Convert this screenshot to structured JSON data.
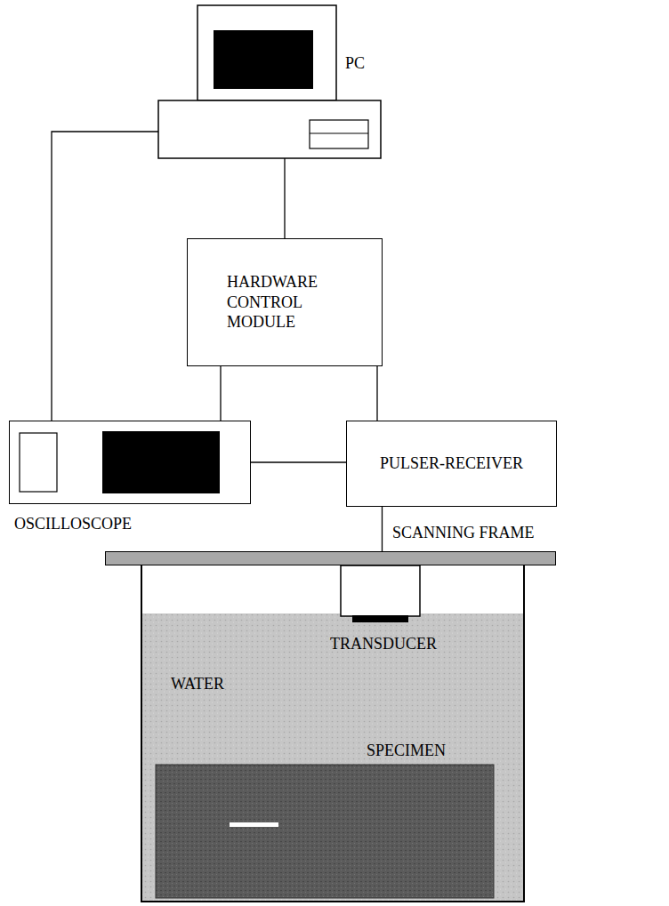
{
  "diagram": {
    "nodes": [
      {
        "text": [
          "PC"
        ]
      },
      {
        "text": [
          "HARDWARE CONTROL MODULE"
        ]
      },
      {
        "text": [
          "OSCILLOSCOPE"
        ]
      },
      {
        "text": [
          "PULSER-RECEIVER"
        ]
      },
      {
        "text": [
          "SCANNING FRAME"
        ]
      },
      {
        "text": [
          "WATER"
        ]
      },
      {
        "text": [
          "TRANSDUCER"
        ],
        "in": 5
      },
      {
        "text": [
          "SPECIMEN"
        ],
        "in": 5
      }
    ],
    "edges": [
      {
        "from": 0,
        "to": 1,
        "arrow": "none"
      },
      {
        "from": 0,
        "to": 2,
        "arrow": "none"
      },
      {
        "from": 1,
        "to": 2,
        "arrow": "none"
      },
      {
        "from": 1,
        "to": 3,
        "arrow": "none"
      },
      {
        "from": 2,
        "to": 3,
        "arrow": "none"
      },
      {
        "from": 3,
        "to": 6,
        "arrow": "none"
      }
    ]
  }
}
